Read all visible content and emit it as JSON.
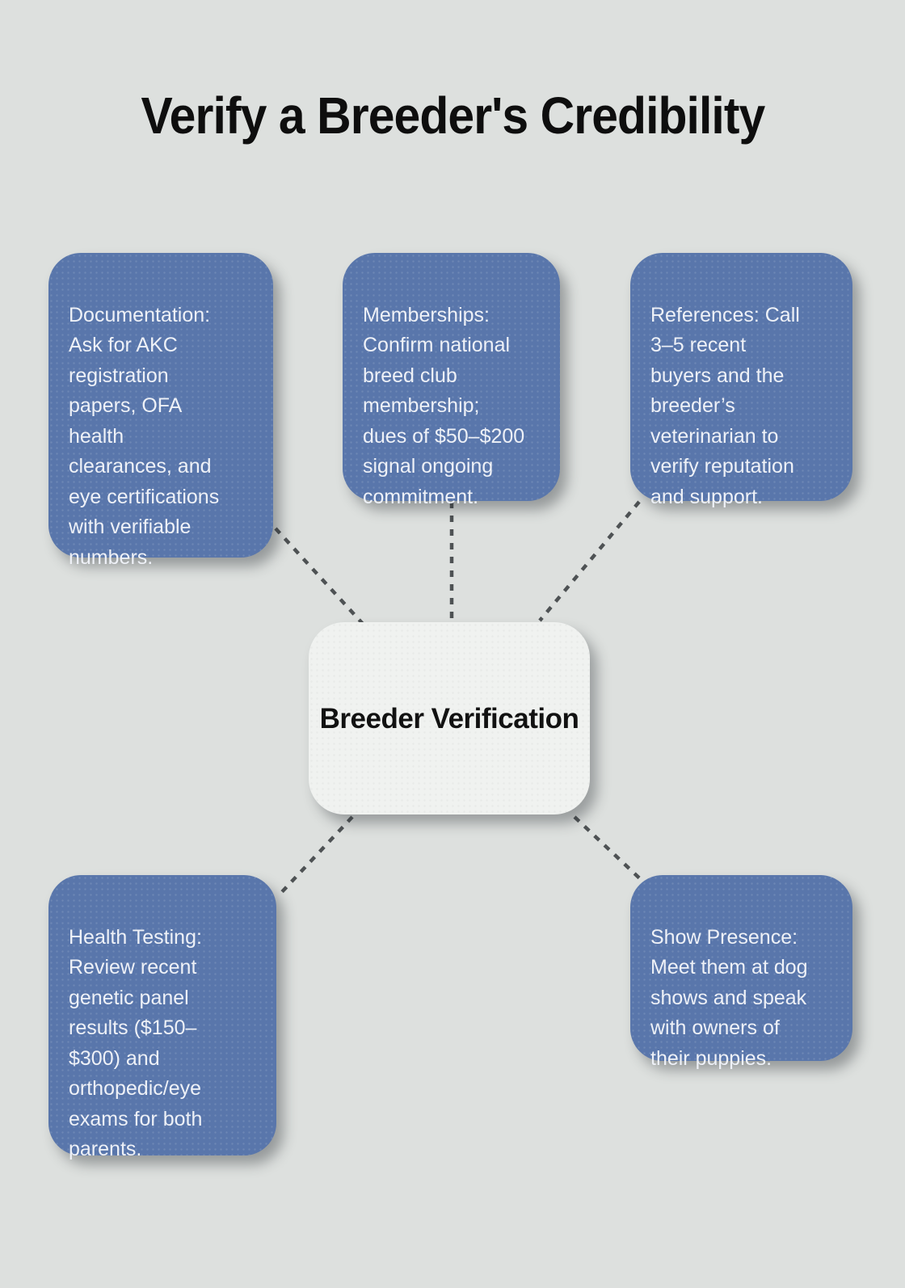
{
  "title": "Verify a Breeder's Credibility",
  "center": {
    "label": "Breeder Verification"
  },
  "nodes": [
    {
      "id": "documentation",
      "text": "Documentation:\nAsk for AKC\nregistration\npapers, OFA\nhealth\nclearances, and\neye certifications\nwith verifiable\nnumbers."
    },
    {
      "id": "memberships",
      "text": "Memberships:\nConfirm national\nbreed club\nmembership;\ndues of $50–$200\nsignal ongoing\ncommitment."
    },
    {
      "id": "references",
      "text": "References: Call\n3–5 recent\nbuyers and the\nbreeder’s\nveterinarian to\nverify reputation\nand support."
    },
    {
      "id": "health-testing",
      "text": "Health Testing:\nReview recent\ngenetic panel\nresults ($150–\n$300) and\northopedic/eye\nexams for both\nparents."
    },
    {
      "id": "show-presence",
      "text": "Show Presence:\nMeet them at dog\nshows and speak\nwith owners of\ntheir puppies."
    }
  ],
  "colors": {
    "background": "#dde0de",
    "card_bg": "#5976ab",
    "card_text": "#eef1f7",
    "center_bg": "#f0f2f0",
    "center_text": "#121212",
    "connector": "#4e5254",
    "title_text": "#0e0e0e"
  }
}
